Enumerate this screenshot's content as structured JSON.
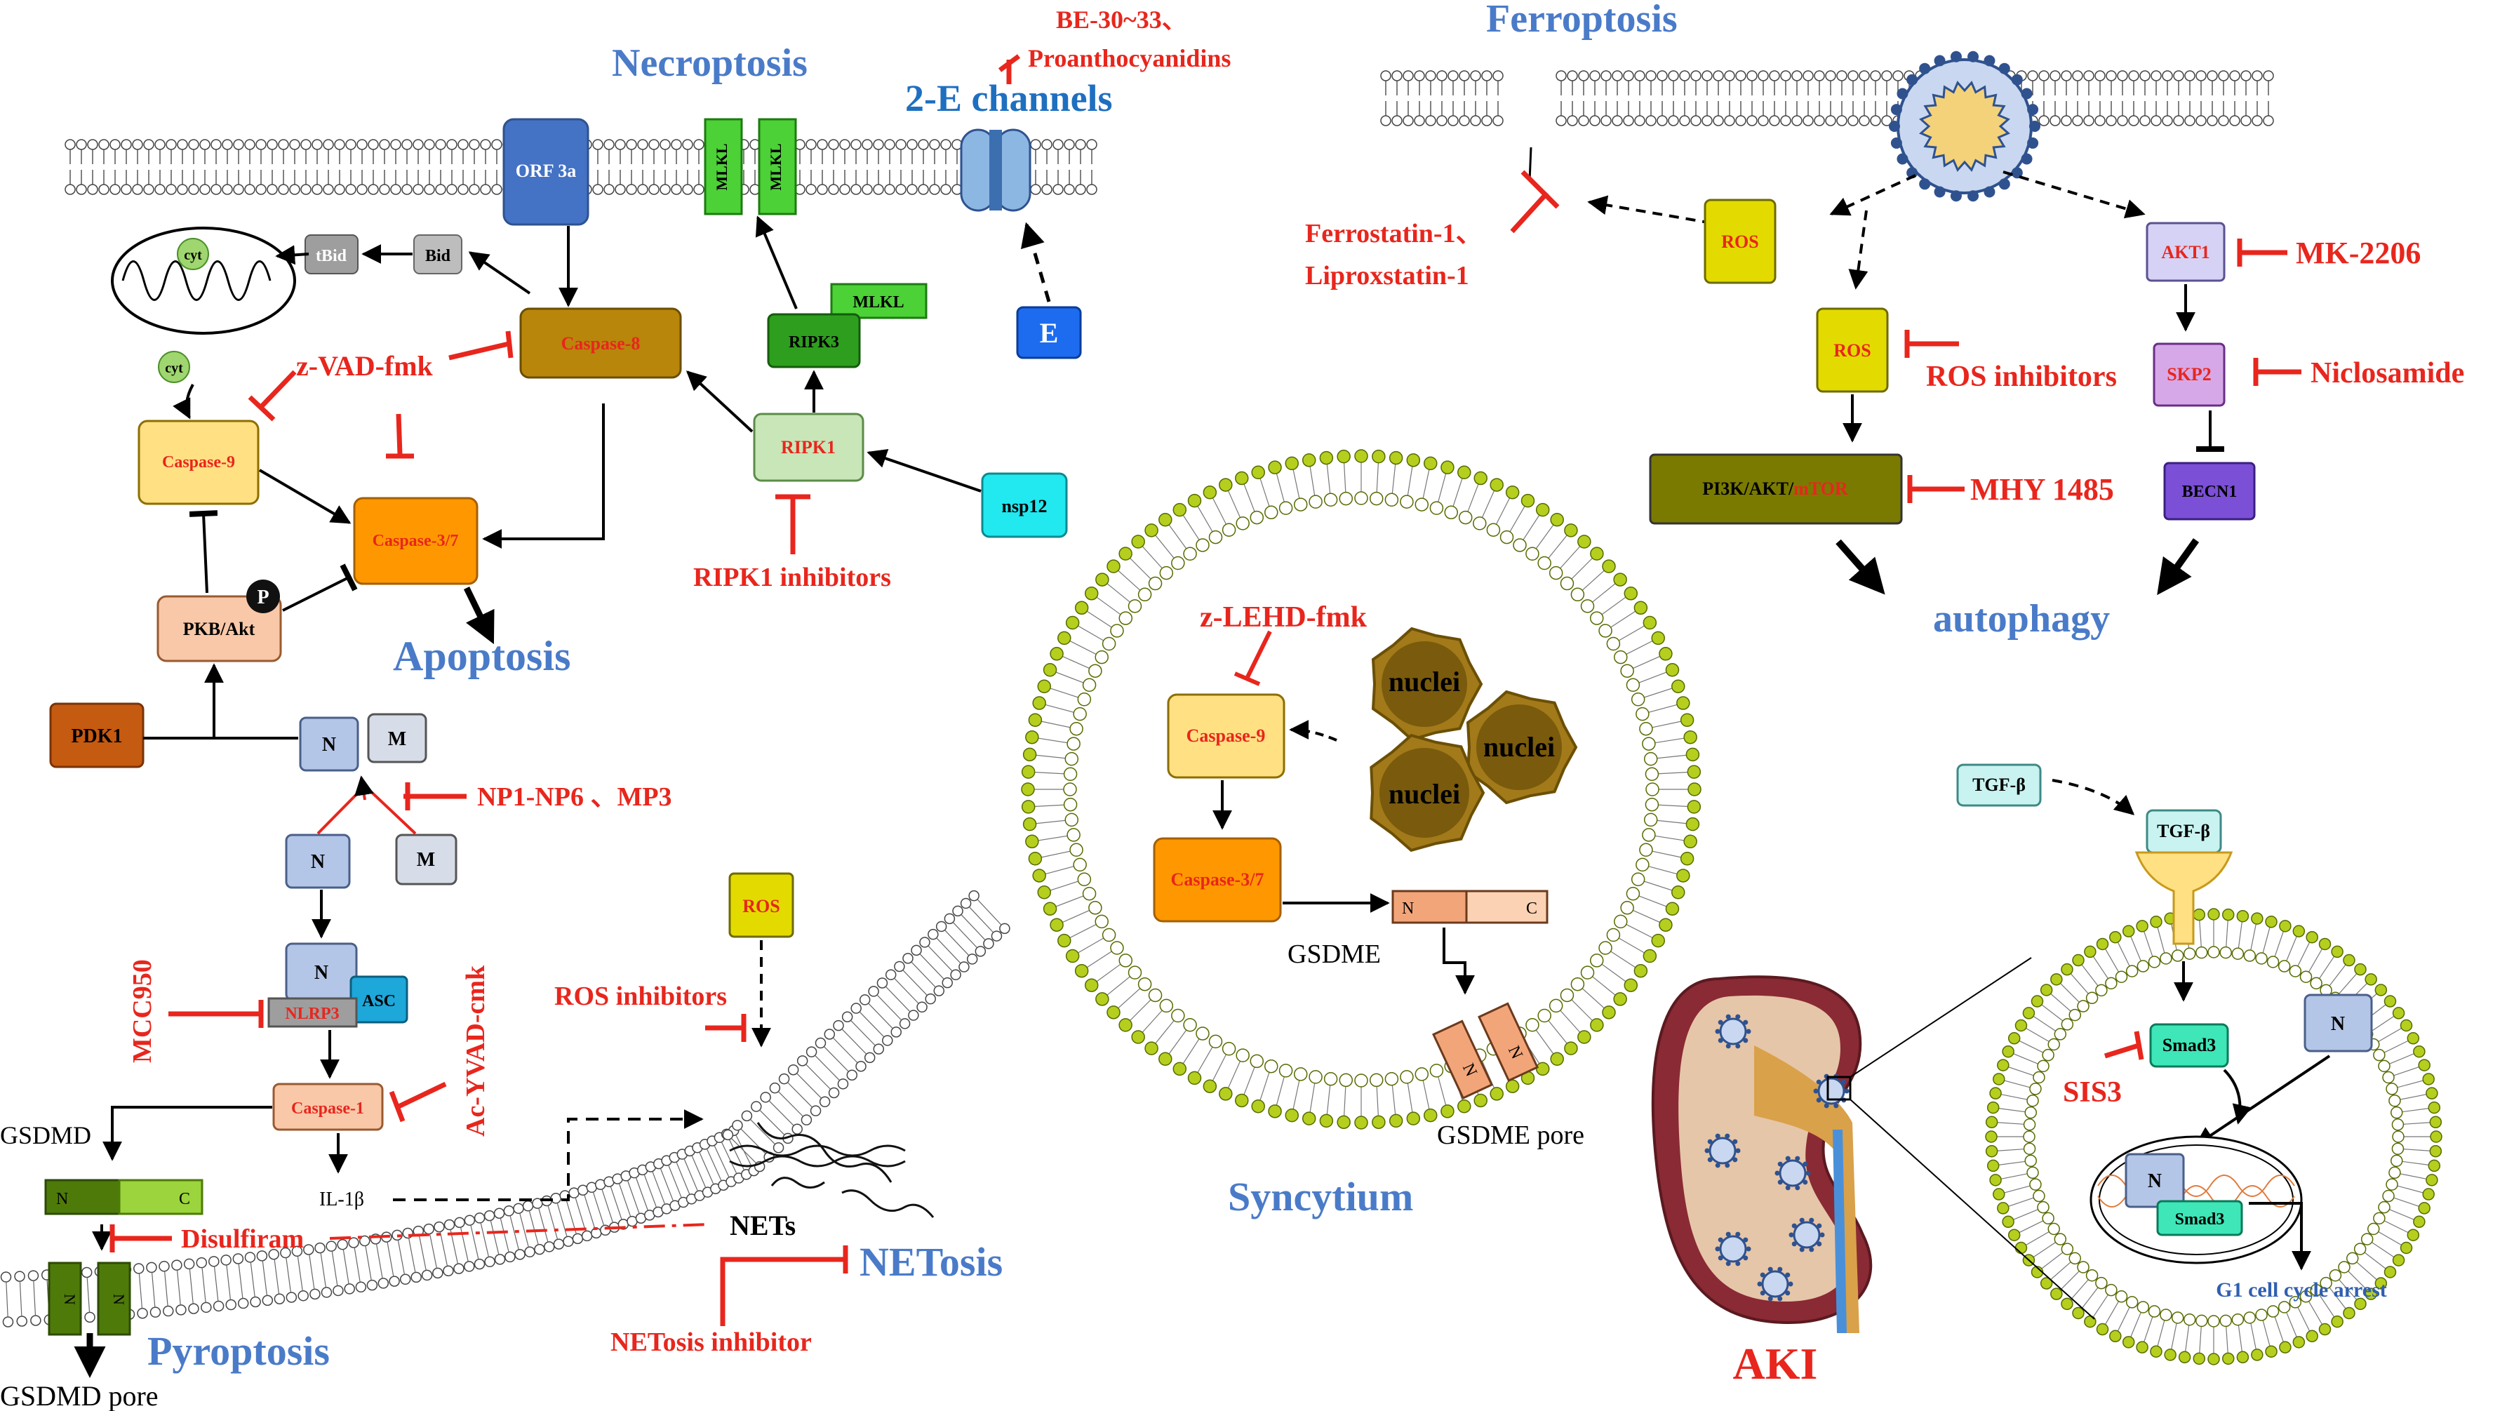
{
  "colors": {
    "inhibitor": "#e8261d",
    "title": "#4a7bc8",
    "arrow": "#000000",
    "membrane_head": "#ffffff",
    "syncytium_head": "#b6cf1e"
  },
  "titles": {
    "necroptosis": "Necroptosis",
    "apoptosis": "Apoptosis",
    "pyroptosis": "Pyroptosis",
    "netosis": "NETosis",
    "syncytium": "Syncytium",
    "ferroptosis": "Ferroptosis",
    "autophagy": "autophagy",
    "two_e_channels": "2-E channels",
    "aki": "AKI"
  },
  "nodes": {
    "orf3a": "ORF 3a",
    "mlkl_1": "MLKL",
    "mlkl_2": "MLKL",
    "mlkl_3": "MLKL",
    "cyt_1": "cyt",
    "cyt_2": "cyt",
    "tbid": "tBid",
    "bid": "Bid",
    "caspase8": "Caspase-8",
    "ripk3": "RIPK3",
    "ripk1": "RIPK1",
    "e": "E",
    "nsp12": "nsp12",
    "caspase9": "Caspase-9",
    "caspase37": "Caspase-3/7",
    "p": "P",
    "pkb_akt": "PKB/Akt",
    "pdk1": "PDK1",
    "n_1": "N",
    "m_1": "M",
    "n_2": "N",
    "m_2": "M",
    "n_3": "N",
    "asc": "ASC",
    "nlrp3": "NLRP3",
    "caspase1": "Caspase-1",
    "gsdmd": "GSDMD",
    "gsdmd_n": "N",
    "gsdmd_c": "C",
    "gsdmd_pore_n1": "N",
    "gsdmd_pore_n2": "N",
    "gsdmd_pore": "GSDMD pore",
    "il1b": "IL-1β",
    "ros_netosis": "ROS",
    "nets": "NETs",
    "sync_caspase9": "Caspase-9",
    "sync_caspase37": "Caspase-3/7",
    "nuclei_1": "nuclei",
    "nuclei_2": "nuclei",
    "nuclei_3": "nuclei",
    "gsdme_n": "N",
    "gsdme_c": "C",
    "gsdme": "GSDME",
    "gsdme_pore_n1": "N",
    "gsdme_pore_n2": "N",
    "gsdme_pore": "GSDME pore",
    "ros_ferro": "ROS",
    "ros_2": "ROS",
    "pi3k": "PI3K/AKT/",
    "mtor": "mTOR",
    "akt1": "AKT1",
    "skp2": "SKP2",
    "becn1": "BECN1",
    "tgfb_free": "TGF-β",
    "tgfb_receptor": "TGF-β",
    "smad3": "Smad3",
    "n_aki": "N",
    "n_nucleus": "N",
    "smad3_nucleus": "Smad3",
    "g1_arrest": "G1 cell cycle arrest"
  },
  "inhibitors": {
    "be30_line1": "BE-30~33、",
    "be30_line2": "Proanthocyanidins",
    "zvad": "z-VAD-fmk",
    "ripk1_inhibitors": "RIPK1 inhibitors",
    "np1": "NP1-NP6 、MP3",
    "mcc950": "MCC950",
    "acyvad": "Ac-YVAD-cmk",
    "disulfiram": "Disulfiram",
    "ros_inhibitors_netosis": "ROS inhibitors",
    "netosis_inhibitor": "NETosis inhibitor",
    "zlehd": "z-LEHD-fmk",
    "ferrostatin_line1": "Ferrostatin-1、",
    "ferrostatin_line2": "Liproxstatin-1",
    "ros_inhibitors_ferro": "ROS inhibitors",
    "mhy1485": "MHY 1485",
    "mk2206": "MK-2206",
    "niclosamide": "Niclosamide",
    "sis3": "SIS3"
  }
}
